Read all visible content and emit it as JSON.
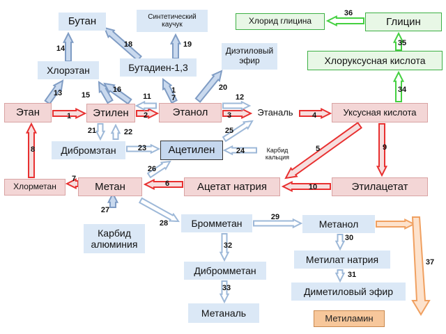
{
  "nodes": {
    "butan": "Бутан",
    "sint_kauchuk": "Синтетический каучук",
    "hlorid_glicina": "Хлорид глицина",
    "glicin": "Глицин",
    "hloretan": "Хлорэтан",
    "butadien": "Бутадиен-1,3",
    "dietil_efir": "Диэтиловый эфир",
    "hloruksusnaya": "Хлоруксусная кислота",
    "etan": "Этан",
    "etilen": "Этилен",
    "etanol": "Этанол",
    "etanal": "Этаналь",
    "uksusnaya": "Уксусная кислота",
    "dibrometan": "Дибромэтан",
    "acetilen": "Ацетилен",
    "karbid_kalciya": "Карбид кальция",
    "hlormetan": "Хлорметан",
    "metan": "Метан",
    "acetat_natriya": "Ацетат натрия",
    "etilacetat": "Этилацетат",
    "karbid_alyuminiya": "Карбид алюминия",
    "brommetan": "Бромметан",
    "metanol": "Метанол",
    "metilat_natriya": "Метилат натрия",
    "dibrommetan": "Дибромметан",
    "dimetil_efir": "Диметиловый эфир",
    "metanal": "Метаналь",
    "metilamin": "Метиламин"
  },
  "numbers": [
    "1",
    "2",
    "3",
    "4",
    "5",
    "6",
    "7",
    "8",
    "9",
    "10",
    "11",
    "12",
    "13",
    "14",
    "15",
    "16",
    "17",
    "18",
    "19",
    "20",
    "21",
    "22",
    "23",
    "24",
    "25",
    "26",
    "27",
    "28",
    "29",
    "30",
    "31",
    "32",
    "33",
    "34",
    "35",
    "36",
    "37"
  ],
  "colors": {
    "red_arrow": "#e83030",
    "blue_arrow": "#9db8d8",
    "green_arrow": "#44d040",
    "orange_arrow": "#f0a060",
    "blue_node": "#dbe8f6",
    "red_node": "#f3d6d6",
    "green_node": "#e8f7e6"
  }
}
